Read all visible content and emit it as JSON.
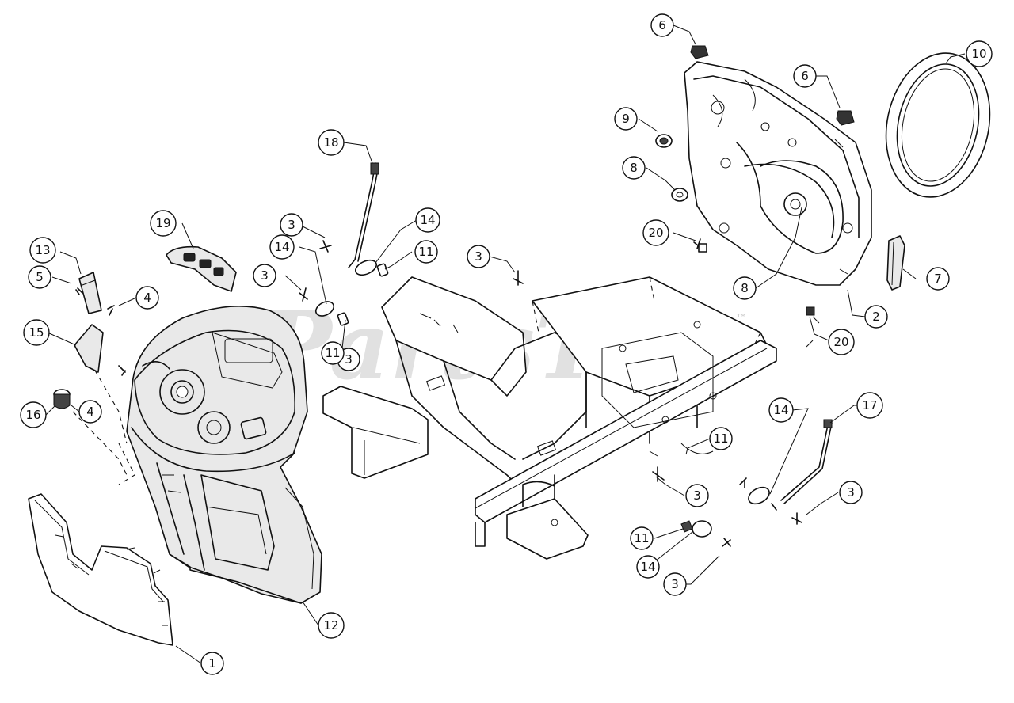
{
  "watermark": {
    "text": "PartsTree",
    "trademark": "™"
  },
  "callouts": [
    {
      "label": "1"
    },
    {
      "label": "2"
    },
    {
      "label": "3"
    },
    {
      "label": "3"
    },
    {
      "label": "3"
    },
    {
      "label": "3"
    },
    {
      "label": "3"
    },
    {
      "label": "3"
    },
    {
      "label": "3"
    },
    {
      "label": "4"
    },
    {
      "label": "4"
    },
    {
      "label": "5"
    },
    {
      "label": "6"
    },
    {
      "label": "6"
    },
    {
      "label": "7"
    },
    {
      "label": "8"
    },
    {
      "label": "8"
    },
    {
      "label": "9"
    },
    {
      "label": "10"
    },
    {
      "label": "11"
    },
    {
      "label": "11"
    },
    {
      "label": "11"
    },
    {
      "label": "11"
    },
    {
      "label": "12"
    },
    {
      "label": "13"
    },
    {
      "label": "14"
    },
    {
      "label": "14"
    },
    {
      "label": "14"
    },
    {
      "label": "14"
    },
    {
      "label": "15"
    },
    {
      "label": "16"
    },
    {
      "label": "17"
    },
    {
      "label": "18"
    },
    {
      "label": "19"
    },
    {
      "label": "20"
    },
    {
      "label": "20"
    }
  ]
}
